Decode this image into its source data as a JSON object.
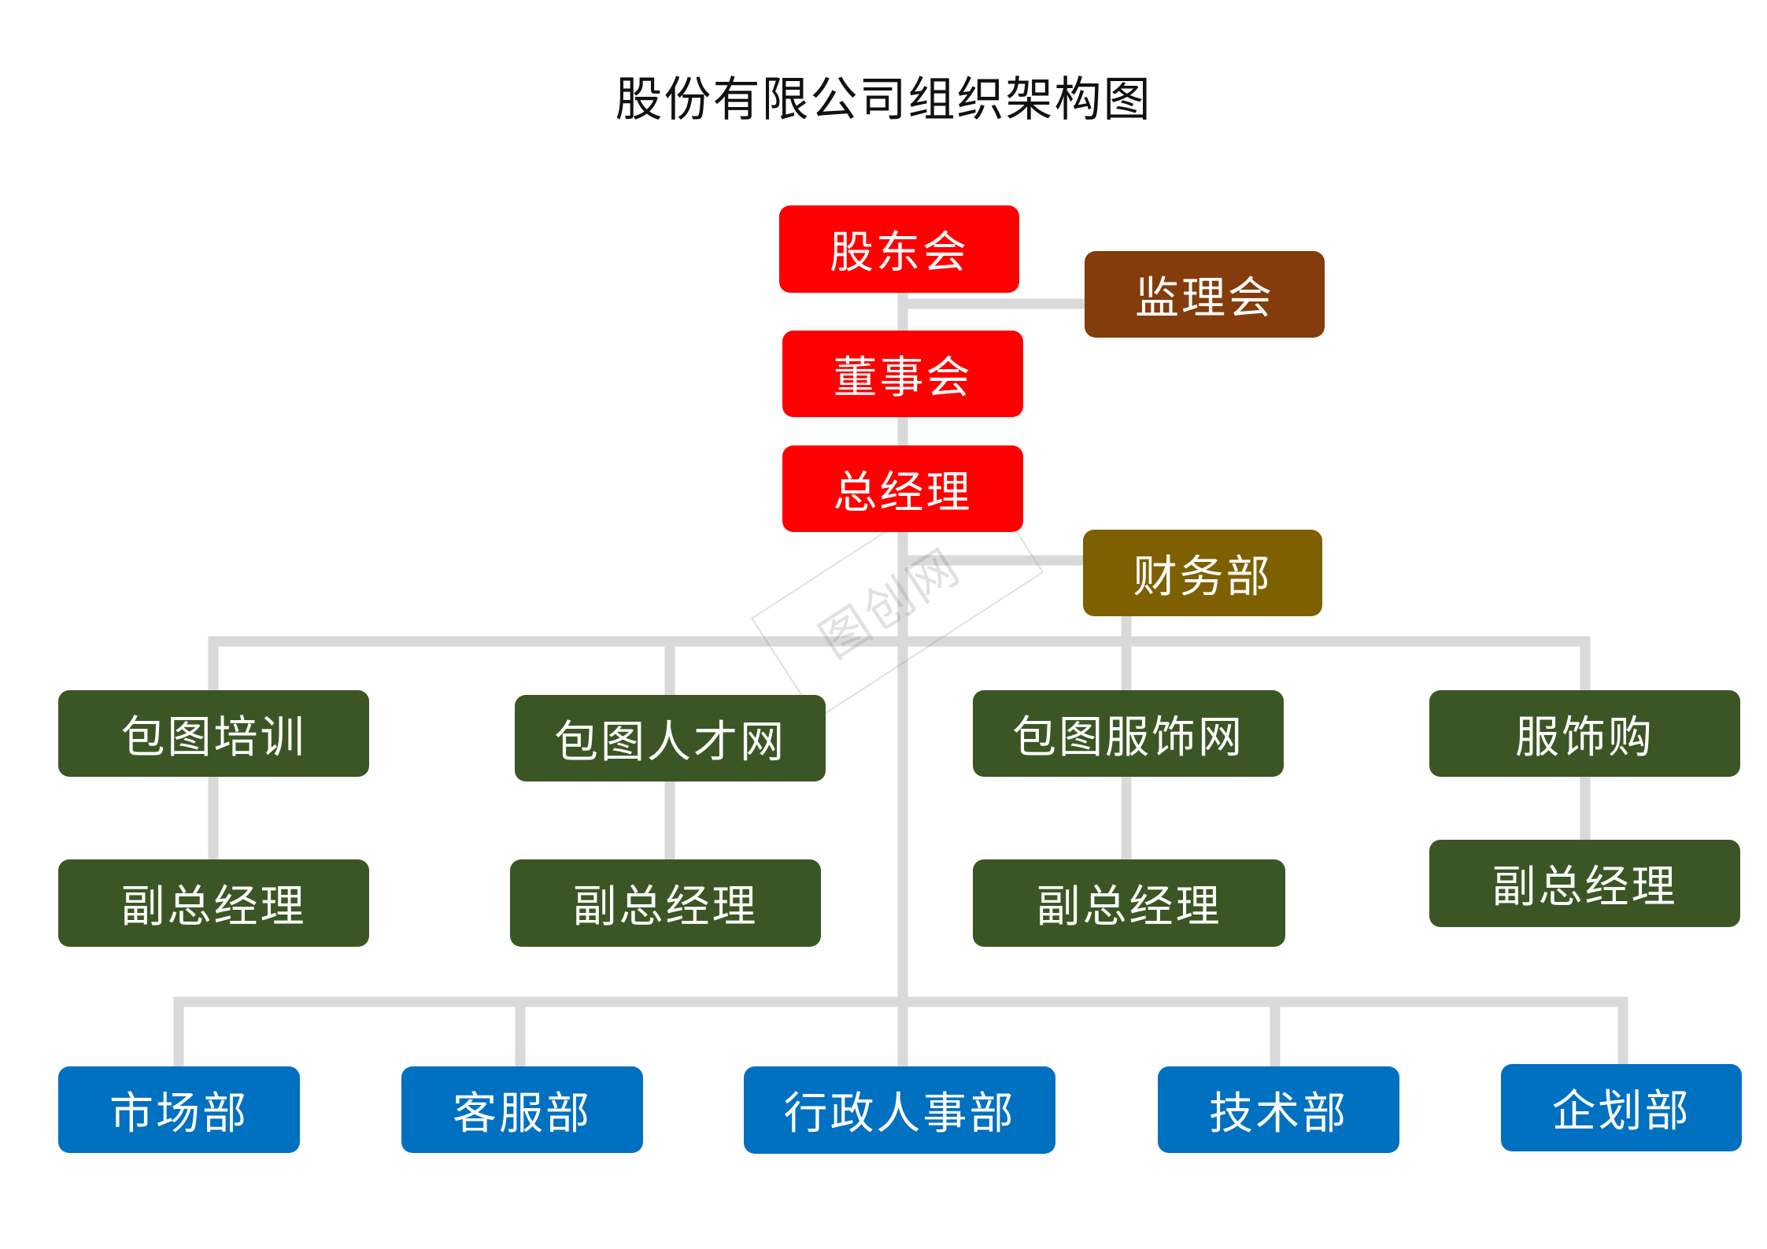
{
  "title": "股份有限公司组织架构图",
  "watermark": "图创网",
  "colors": {
    "top_level": "#ff0000",
    "supervisory": "#843c0c",
    "finance": "#7f6000",
    "business": "#3b5624",
    "department": "#0070c0",
    "connector": "#d9d9d9"
  },
  "nodes": {
    "shareholders": "股东会",
    "supervisors": "监理会",
    "board": "董事会",
    "general_manager": "总经理",
    "finance": "财务部",
    "business_units": [
      {
        "name": "包图培训",
        "deputy": "副总经理"
      },
      {
        "name": "包图人才网",
        "deputy": "副总经理"
      },
      {
        "name": "包图服饰网",
        "deputy": "副总经理"
      },
      {
        "name": "服饰购",
        "deputy": "副总经理"
      }
    ],
    "departments": [
      "市场部",
      "客服部",
      "行政人事部",
      "技术部",
      "企划部"
    ]
  }
}
